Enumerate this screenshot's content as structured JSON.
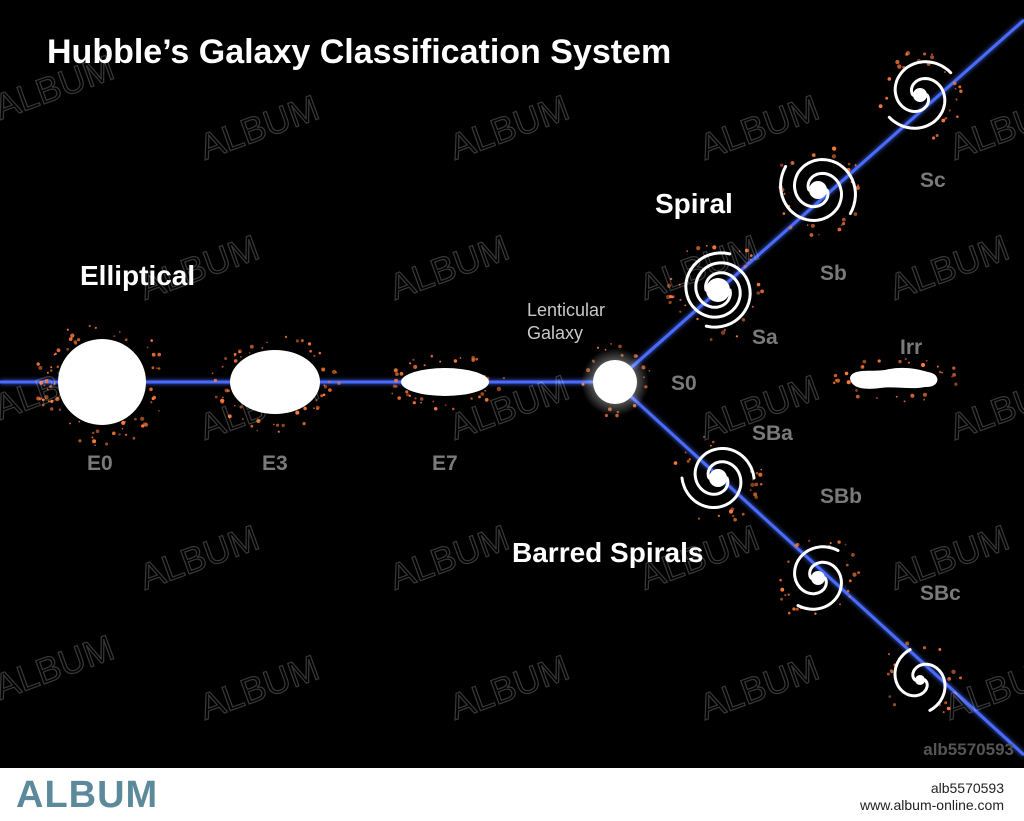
{
  "title": "Hubble’s Galaxy Classification System",
  "groups": {
    "elliptical": "Elliptical",
    "spiral": "Spiral",
    "barred": "Barred Spirals",
    "lenticular_line1": "Lenticular",
    "lenticular_line2": "Galaxy"
  },
  "classes": {
    "e0": "E0",
    "e3": "E3",
    "e7": "E7",
    "s0": "S0",
    "sa": "Sa",
    "sb": "Sb",
    "sc": "Sc",
    "sba": "SBa",
    "sbb": "SBb",
    "sbc": "SBc",
    "irr": "Irr"
  },
  "watermark": {
    "text": "ALBUM",
    "corner_id": "alb5570593",
    "footer_logo": "ALBUM",
    "footer_id": "alb5570593",
    "footer_url": "www.album-online.com"
  },
  "colors": {
    "background": "#000000",
    "branch_line": "#4a6cff",
    "galaxy_white": "#ffffff",
    "class_label": "#7a7a7a",
    "group_label": "#ffffff",
    "star_glow": "#ff7a3a"
  }
}
